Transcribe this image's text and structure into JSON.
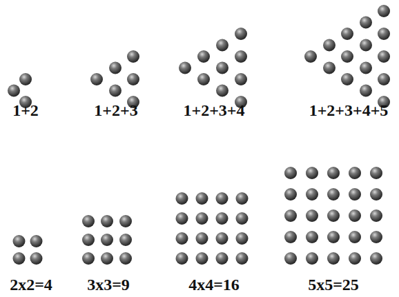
{
  "diagram": {
    "labels": [
      "1+2",
      "1+2+3",
      "1+2+3+4",
      "1+2+3+4+5",
      "2x2=4",
      "3x3=9",
      "4x4=16",
      "5x5=25"
    ]
  }
}
